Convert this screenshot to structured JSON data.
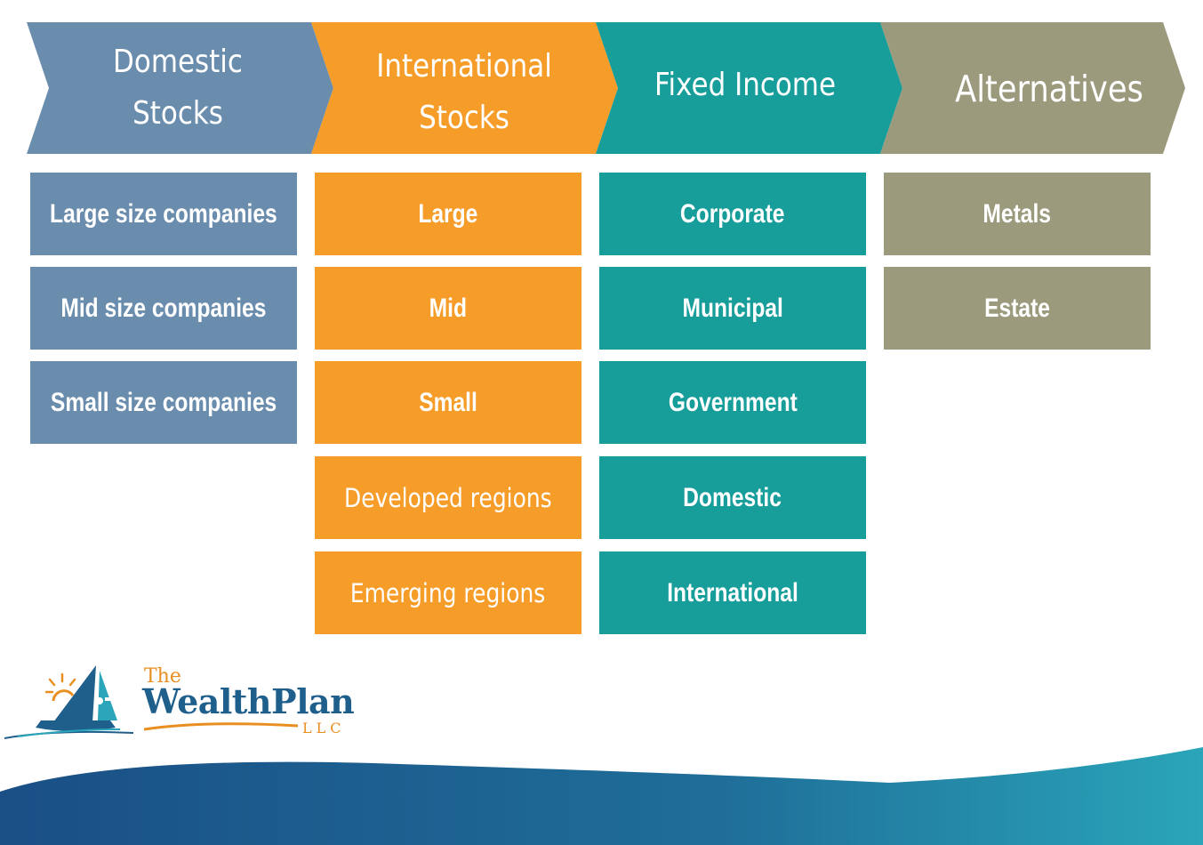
{
  "columns": [
    {
      "header": "Domestic\nStocks",
      "color": "#6a8dad",
      "items": [
        "Large size companies",
        "Mid size companies",
        "Small size companies"
      ]
    },
    {
      "header": "International\nStocks",
      "color": "#f69c29",
      "items": [
        "Large",
        "Mid",
        "Small",
        "Developed regions",
        "Emerging regions"
      ]
    },
    {
      "header": "Fixed Income",
      "color": "#179d9a",
      "items": [
        "Corporate",
        "Municipal",
        "Government",
        "Domestic",
        "International"
      ]
    },
    {
      "header": "Alternatives",
      "color": "#9b9a7d",
      "items": [
        "Metals",
        "Estate"
      ]
    }
  ],
  "logo": {
    "the": "The",
    "name": "WealthPlan",
    "llc": "LLC",
    "brand_blue": "#1e5f8c",
    "brand_orange": "#e98f22"
  },
  "footer_wave": {
    "from": "#1a4f86",
    "to": "#2aa5b9"
  }
}
